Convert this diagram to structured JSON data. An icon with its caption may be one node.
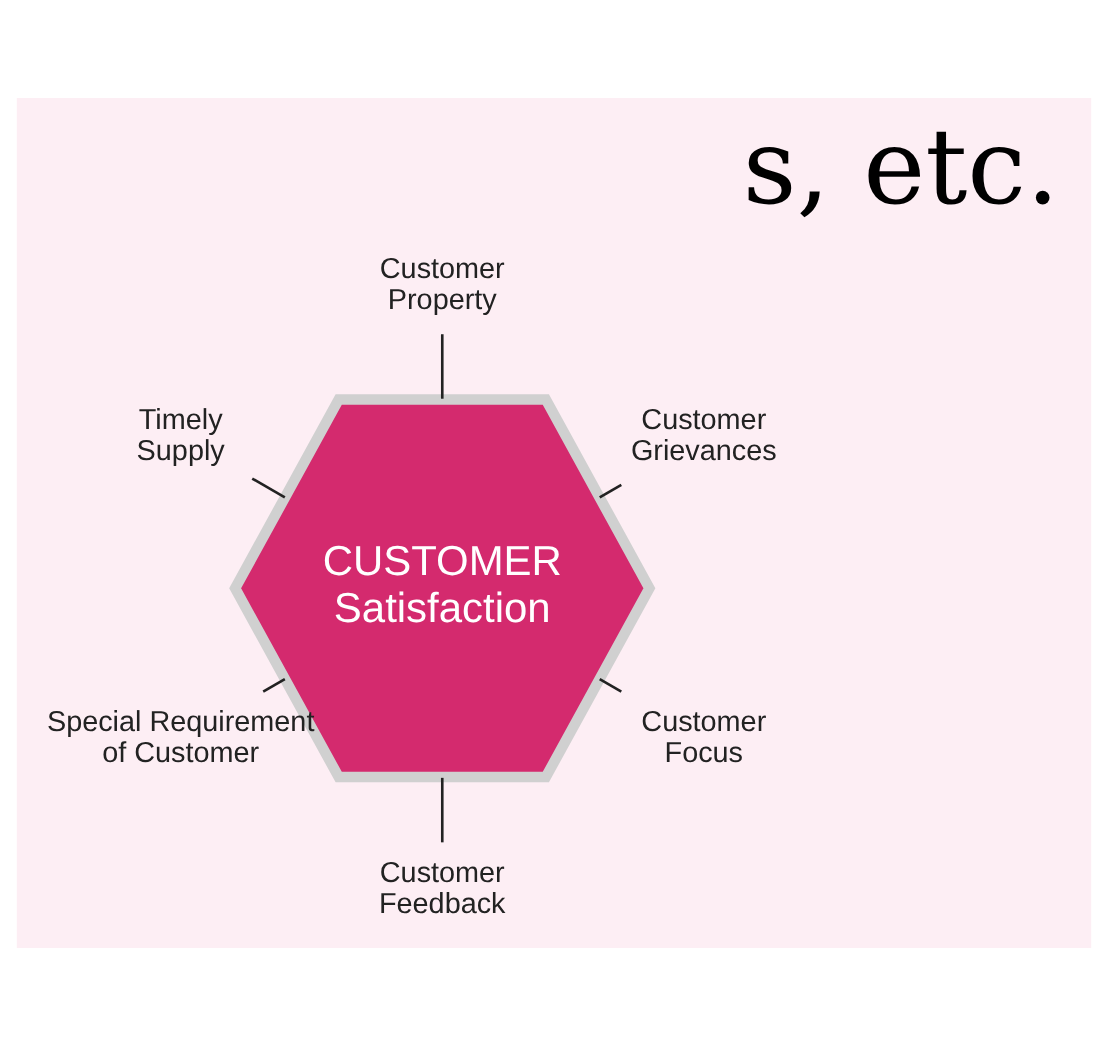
{
  "diagram": {
    "nodes": [
      {
        "text": [
          "CUSTOMER Satisfaction"
        ]
      },
      {
        "text": [
          "Customer Grievances"
        ]
      },
      {
        "text": [
          "Customer Property"
        ]
      },
      {
        "text": [
          "Timely Supply"
        ]
      },
      {
        "text": [
          "Special Requirement of Customer"
        ]
      },
      {
        "text": [
          "Customer Feedback"
        ]
      },
      {
        "text": [
          "Customer Focus"
        ]
      }
    ],
    "edges": [
      {
        "from": 0,
        "to": 1,
        "arrow": "none"
      },
      {
        "from": 0,
        "to": 2,
        "arrow": "none"
      },
      {
        "from": 0,
        "to": 3,
        "arrow": "none"
      },
      {
        "from": 0,
        "to": 4,
        "arrow": "none"
      },
      {
        "from": 0,
        "to": 5,
        "arrow": "none"
      },
      {
        "from": 0,
        "to": 6,
        "arrow": "none"
      }
    ],
    "labels": [
      "s, etc."
    ]
  }
}
